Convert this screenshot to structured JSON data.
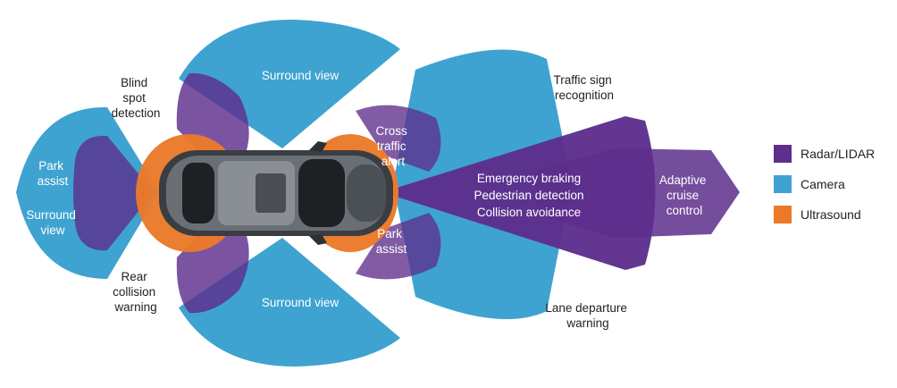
{
  "colors": {
    "radar": "#5d2e8c",
    "camera": "#3ea3d0",
    "ultrasound": "#ea7a2a",
    "car_body": "#3a3d42"
  },
  "labels": {
    "surround_view_top": "Surround view",
    "blind_spot": [
      "Blind",
      "spot",
      "detection"
    ],
    "park_assist_rear": [
      "Park",
      "assist"
    ],
    "surround_view_rear": [
      "Surround",
      "view"
    ],
    "rear_collision": [
      "Rear",
      "collision",
      "warning"
    ],
    "surround_view_bottom": "Surround view",
    "cross_traffic": [
      "Cross",
      "traffic",
      "alert"
    ],
    "park_assist_front": [
      "Park",
      "assist"
    ],
    "traffic_sign": [
      "Traffic sign",
      "recognition"
    ],
    "emergency_braking": "Emergency braking",
    "pedestrian_detection": "Pedestrian detection",
    "collision_avoidance": "Collision avoidance",
    "lane_departure": [
      "Lane departure",
      "warning"
    ],
    "adaptive_cruise": [
      "Adaptive",
      "cruise",
      "control"
    ]
  },
  "legend": [
    {
      "label": "Radar/LIDAR",
      "color": "#5d2e8c"
    },
    {
      "label": "Camera",
      "color": "#3ea3d0"
    },
    {
      "label": "Ultrasound",
      "color": "#ea7a2a"
    }
  ]
}
